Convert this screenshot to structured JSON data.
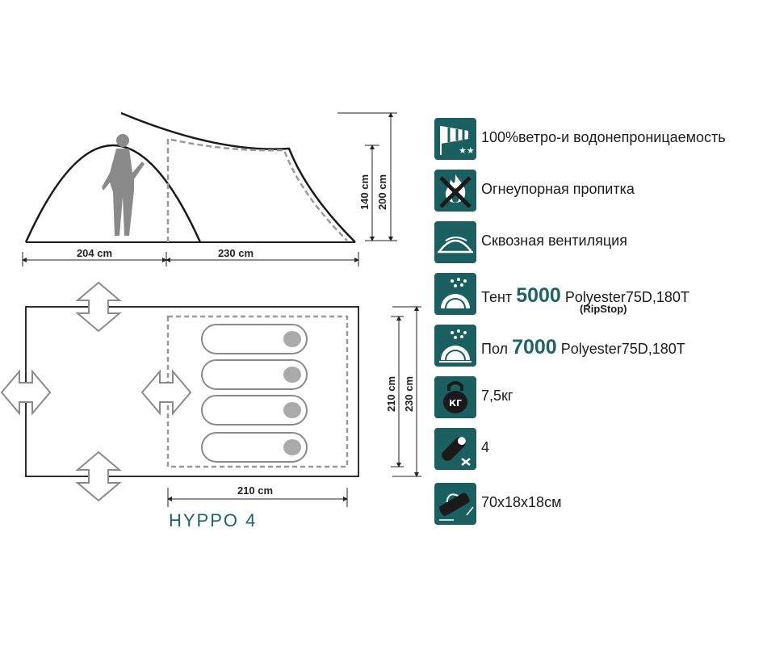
{
  "side_view": {
    "width_left": "204 cm",
    "width_right": "230 cm",
    "height_inner": "140 cm",
    "height_outer": "200 cm"
  },
  "floor_plan": {
    "depth_inner": "210 cm",
    "depth_outer": "230 cm",
    "width_inner": "210 cm",
    "model": "HYPPO 4"
  },
  "features": [
    {
      "icon": "windsock-icon",
      "label": "100%ветро-и водонепроницаемость"
    },
    {
      "icon": "fire-retardant-icon",
      "label": "Огнеупорная пропитка"
    },
    {
      "icon": "ventilation-icon",
      "label": "Сквозная вентиляция"
    },
    {
      "icon": "rain-tent-icon",
      "prefix": "Тент",
      "value": "5000",
      "suffix": "Polyester75D,180T",
      "note": "(RipStop)"
    },
    {
      "icon": "rain-floor-icon",
      "prefix": "Пол",
      "value": "7000",
      "suffix": "Polyester75D,180T"
    },
    {
      "icon": "kettlebell-icon",
      "label": "7,5кг",
      "icon_text": "КГ"
    },
    {
      "icon": "sleeping-bag-icon",
      "label": "4"
    },
    {
      "icon": "pack-bag-icon",
      "label": "70x18x18см"
    }
  ],
  "colors": {
    "accent": "#1b5f61",
    "text_accent": "#1d6466",
    "line": "#1a1a1a",
    "dash": "#999999"
  }
}
